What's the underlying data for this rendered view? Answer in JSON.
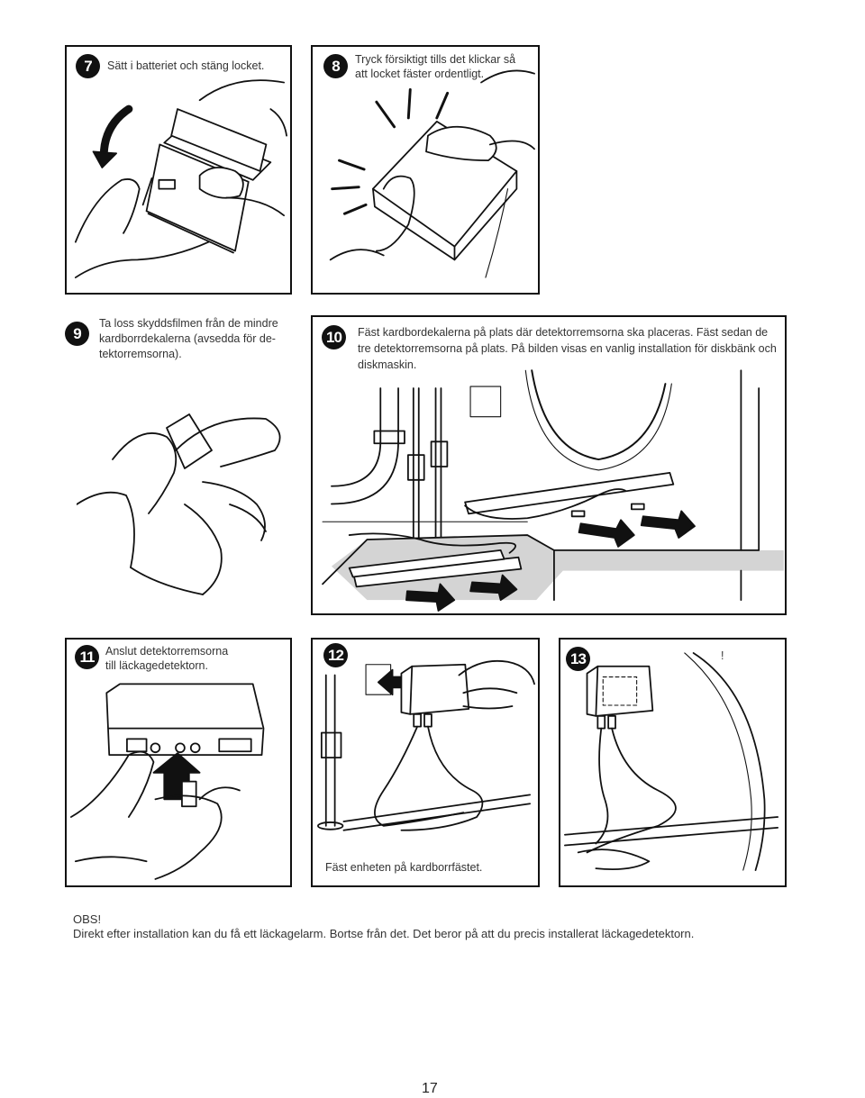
{
  "steps": [
    {
      "number": "7",
      "text": "Sätt i batteriet och stäng locket."
    },
    {
      "number": "8",
      "text_line1": "Tryck försiktigt tills det klickar så",
      "text_line2": "att locket fäster ordentligt."
    },
    {
      "number": "9",
      "text_line1": "Ta loss skyddsfilmen från de mindre",
      "text_line2": "kardborrdekalerna (avsedda för de-",
      "text_line3": "tektorremsorna)."
    },
    {
      "number": "10",
      "text_line1": "Fäst kardbordekalerna på plats där detektorremsorna ska placeras. Fäst sedan de",
      "text_line2": "tre detektorremsorna på plats. På bilden visas en vanlig installation för diskbänk och",
      "text_line3": "diskmaskin."
    },
    {
      "number": "11",
      "text_line1": "Anslut detektorremsorna",
      "text_line2": "till läckagedetektorn."
    },
    {
      "number": "12",
      "text": "Fäst enheten på kardborrfästet."
    },
    {
      "number": "13",
      "text": "!"
    }
  ],
  "note": {
    "title": "OBS!",
    "text": "Direkt efter installation kan du få ett läckagelarm. Bortse från det. Det beror på att du precis installerat läckagedetektorn."
  },
  "page_number": "17"
}
